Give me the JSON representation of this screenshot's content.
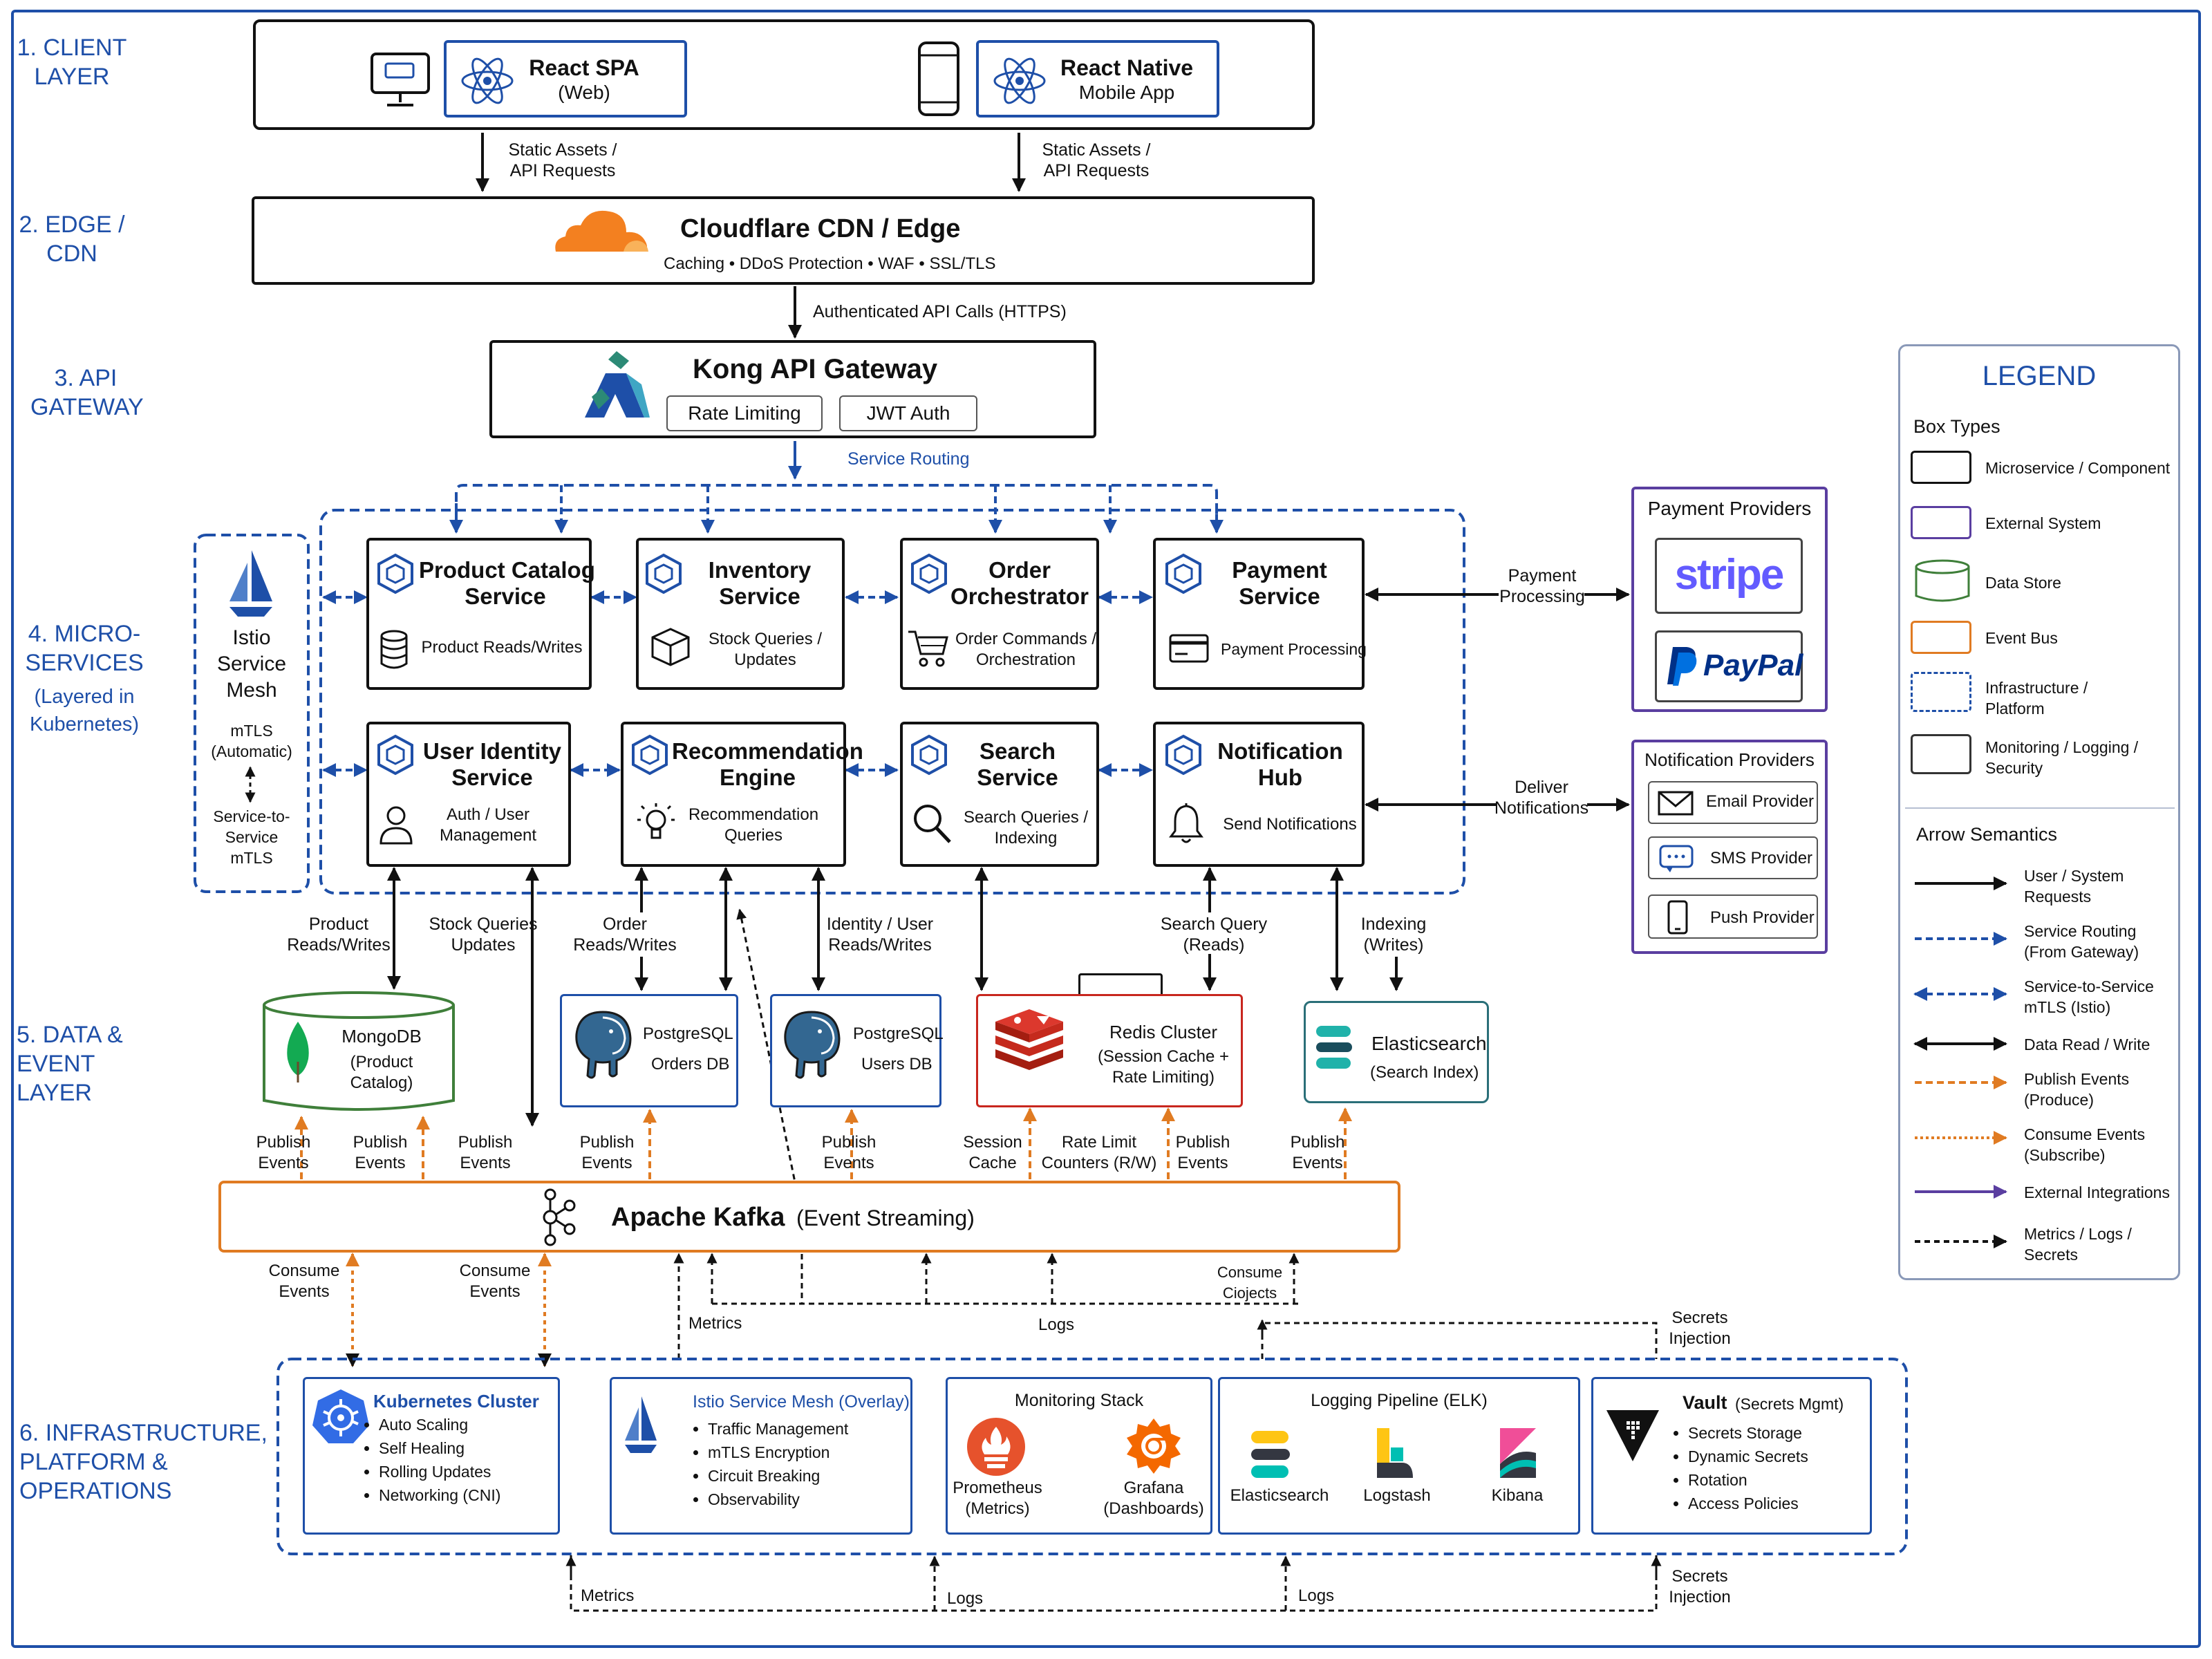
{
  "layers": {
    "client": "1. CLIENT LAYER",
    "edge": "2. EDGE / CDN",
    "api": "3. API GATEWAY",
    "micro": "4. MICRO-SERVICES",
    "micro_sub": "(Layered in Kubernetes)",
    "data": "5. DATA & EVENT LAYER",
    "infra": "6. INFRASTRUCTURE, PLATFORM & OPERATIONS"
  },
  "client": {
    "spa_title": "React SPA",
    "spa_sub": "(Web)",
    "native_title": "React Native",
    "native_sub": "Mobile App",
    "edge_label_left": "Static Assets /\nAPI Requests",
    "edge_label_right": "Static Assets /\nAPI Requests"
  },
  "edge": {
    "title": "Cloudflare CDN /  Edge",
    "features": "Caching  •  DDoS Protection  •  WAF  •  SSL/TLS",
    "to_gateway": "Authenticated API Calls (HTTPS)"
  },
  "gateway": {
    "title": "Kong API Gateway",
    "chip1": "Rate Limiting",
    "chip2": "JWT Auth",
    "routing": "Service Routing"
  },
  "mesh": {
    "title": "Istio\nService\nMesh",
    "mtls": "mTLS\n(Automatic)",
    "s2s": "Service-to-\nService\nmTLS"
  },
  "services": [
    {
      "title": "Product Catalog\nService",
      "sub": "Product Reads/Writes",
      "icon": "database-icon"
    },
    {
      "title": "Inventory\nService",
      "sub": "Stock Queries /\nUpdates",
      "icon": "box-icon"
    },
    {
      "title": "Order\nOrchestrator",
      "sub": "Order Commands /\nOrchestration",
      "icon": "cart-icon"
    },
    {
      "title": "Payment\nService",
      "sub": "Payment Processing",
      "icon": "card-icon"
    },
    {
      "title": "User Identity\nService",
      "sub": "Auth / User\nManagement",
      "icon": "user-icon"
    },
    {
      "title": "Recommendation\nEngine",
      "sub": "Recommendation\nQueries",
      "icon": "bulb-icon"
    },
    {
      "title": "Search\nService",
      "sub": "Search Queries /\nIndexing",
      "icon": "search-icon"
    },
    {
      "title": "Notification\nHub",
      "sub": "Send Notifications",
      "icon": "bell-icon"
    }
  ],
  "payments": {
    "title": "Payment Providers",
    "stripe": "stripe",
    "paypal": "PayPal",
    "edge_label": "Payment\nProcessing"
  },
  "notifications": {
    "title": "Notification Providers",
    "email": "Email Provider",
    "sms": "SMS Provider",
    "push": "Push Provider",
    "edge_label": "Deliver\nNotifications"
  },
  "datastores": {
    "mongo_title": "MongoDB",
    "mongo_sub": "(Product\nCatalog)",
    "pg_orders_title": "PostgreSQL",
    "pg_orders_sub": "Orders DB",
    "pg_users_title": "PostgreSQL",
    "pg_users_sub": "Users DB",
    "redis_title": "Redis Cluster",
    "redis_sub": "(Session Cache +\nRate Limiting)",
    "es_title": "Elasticsearch",
    "es_sub": "(Search Index)"
  },
  "data_edges": {
    "product_rw": "Product\nReads/Writes",
    "stock_q": "Stock Queries\nUpdates",
    "order_rw": "Order\nReads/Writes",
    "identity_rw": "Identity / User\nReads/Writes",
    "search_q": "Search Query\n(Reads)",
    "indexing": "Indexing\n(Writes)"
  },
  "kafka": {
    "title": "Apache Kafka",
    "sub": "(Event Streaming)",
    "publish": "Publish\nEvents",
    "session_cache": "Session\nCache",
    "rate_limit": "Rate Limit\nCounters (R/W)",
    "consume": "Consume\nEvents",
    "consume_garbled": "Consume\nCiojects",
    "metrics": "Metrics",
    "logs": "Logs",
    "secrets": "Secrets\nInjection"
  },
  "infra": {
    "k8s_title": "Kubernetes Cluster",
    "k8s_items": [
      "Auto Scaling",
      "Self Healing",
      "Rolling Updates",
      "Networking (CNI)"
    ],
    "istio_title": "Istio Service Mesh (Overlay)",
    "istio_items": [
      "Traffic Management",
      "mTLS Encryption",
      "Circuit Breaking",
      "Observability"
    ],
    "mon_title": "Monitoring Stack",
    "prom": "Prometheus\n(Metrics)",
    "grafana": "Grafana\n(Dashboards)",
    "elk_title": "Logging Pipeline (ELK)",
    "elk_es": "Elasticsearch",
    "elk_ls": "Logstash",
    "elk_kb": "Kibana",
    "vault_title": "Vault",
    "vault_title_sub": "(Secrets Mgmt)",
    "vault_items": [
      "Secrets Storage",
      "Dynamic Secrets",
      "Rotation",
      "Access Policies"
    ],
    "bottom_metrics": "Metrics",
    "bottom_logs1": "Logs",
    "bottom_logs2": "Logs",
    "bottom_secrets": "Secrets\nInjection"
  },
  "legend": {
    "title": "LEGEND",
    "box_types": "Box Types",
    "boxes": [
      "Microservice / Component",
      "External System",
      "Data Store",
      "Event Bus",
      "Infrastructure /\nPlatform",
      "Monitoring / Logging /\nSecurity"
    ],
    "arrow_sem": "Arrow Semantics",
    "arrows": [
      "User / System\nRequests",
      "Service Routing\n(From Gateway)",
      "Service-to-Service\nmTLS (Istio)",
      "Data Read / Write",
      "Publish Events\n(Produce)",
      "Consume Events\n(Subscribe)",
      "External Integrations",
      "Metrics / Logs /\nSecrets"
    ]
  },
  "colors": {
    "accent_blue": "#1e4fa8",
    "kafka_orange": "#e07b22",
    "external_purple": "#5a3ea0",
    "mongo_green": "#3f7f3a",
    "redis_red": "#c8261e",
    "es_teal": "#2a6f78"
  }
}
